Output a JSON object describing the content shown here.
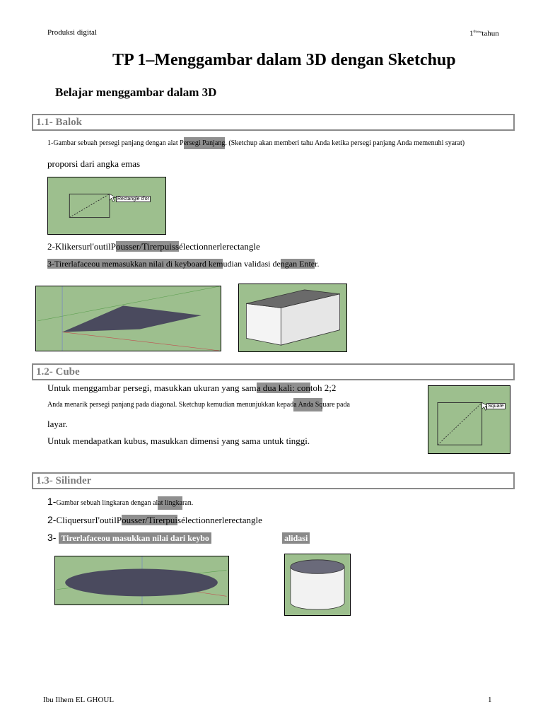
{
  "header": {
    "left": "Produksi digital",
    "right_num": "1",
    "right_sup": "e",
    "right_sup2": "shing",
    "right_text": "tahun"
  },
  "title": "TP 1–Menggambar dalam 3D dengan Sketchup",
  "subtitle": "Belajar menggambar dalam 3D",
  "sections": {
    "s1": {
      "heading": "1.1- Balok",
      "step1_a": "1-Gambar sebuah persegi panjang dengan alat P",
      "step1_hl": "ersegi Panjang",
      "step1_b": ". (Sketchup akan memberi tahu Anda ketika persegi panjang Anda memenuhi syarat)",
      "step1_c": "proporsi dari angka emas",
      "tooltip": "Rectangle d'or",
      "step2_a": "2-Klikersurl'outilP",
      "step2_hl": "ousser/Tirerpuiss",
      "step2_b": "électionnerlerectangle",
      "step3_hl1": "3-Tirerlafaceou memasukkan nilai di keyboard kem",
      "step3_a": "udian validasi de",
      "step3_hl2": "ngan Ente",
      "step3_b": "r."
    },
    "s2": {
      "heading": "1.2- Cube",
      "line1_a": "Untuk menggambar persegi, masukkan ukuran yang sam",
      "line1_hl1": "a dua kali: con",
      "line1_b": "toh 2;2",
      "line2_a": "Anda menarik persegi panjang pada diagonal. Sketchup kemudian menunjukkan kepad",
      "line2_hl": "a Anda Sq",
      "line2_b": "uare pada",
      "line3": "layar.",
      "line4": "Untuk mendapatkan kubus, masukkan dimensi yang sama untuk tinggi.",
      "tooltip": "Square"
    },
    "s3": {
      "heading": "1.3- Silinder",
      "step1_num": "1-",
      "step1_a": "Gambar sebuah lingkaran dengan al",
      "step1_hl": "at lingka",
      "step1_b": "ran.",
      "step2_num": "2-",
      "step2_a": "CliquersurI'outilP",
      "step2_hl": "ousser/Tirerpui",
      "step2_b": "sélectionnerlerectangle",
      "step3_num": "3- ",
      "step3_hl1": "Tirerlafaceou masukkan nilai dari keybo",
      "step3_hl2": "alidasi"
    }
  },
  "footer": {
    "left": "Ibu Ilhem EL GHOUL",
    "right": "1"
  }
}
